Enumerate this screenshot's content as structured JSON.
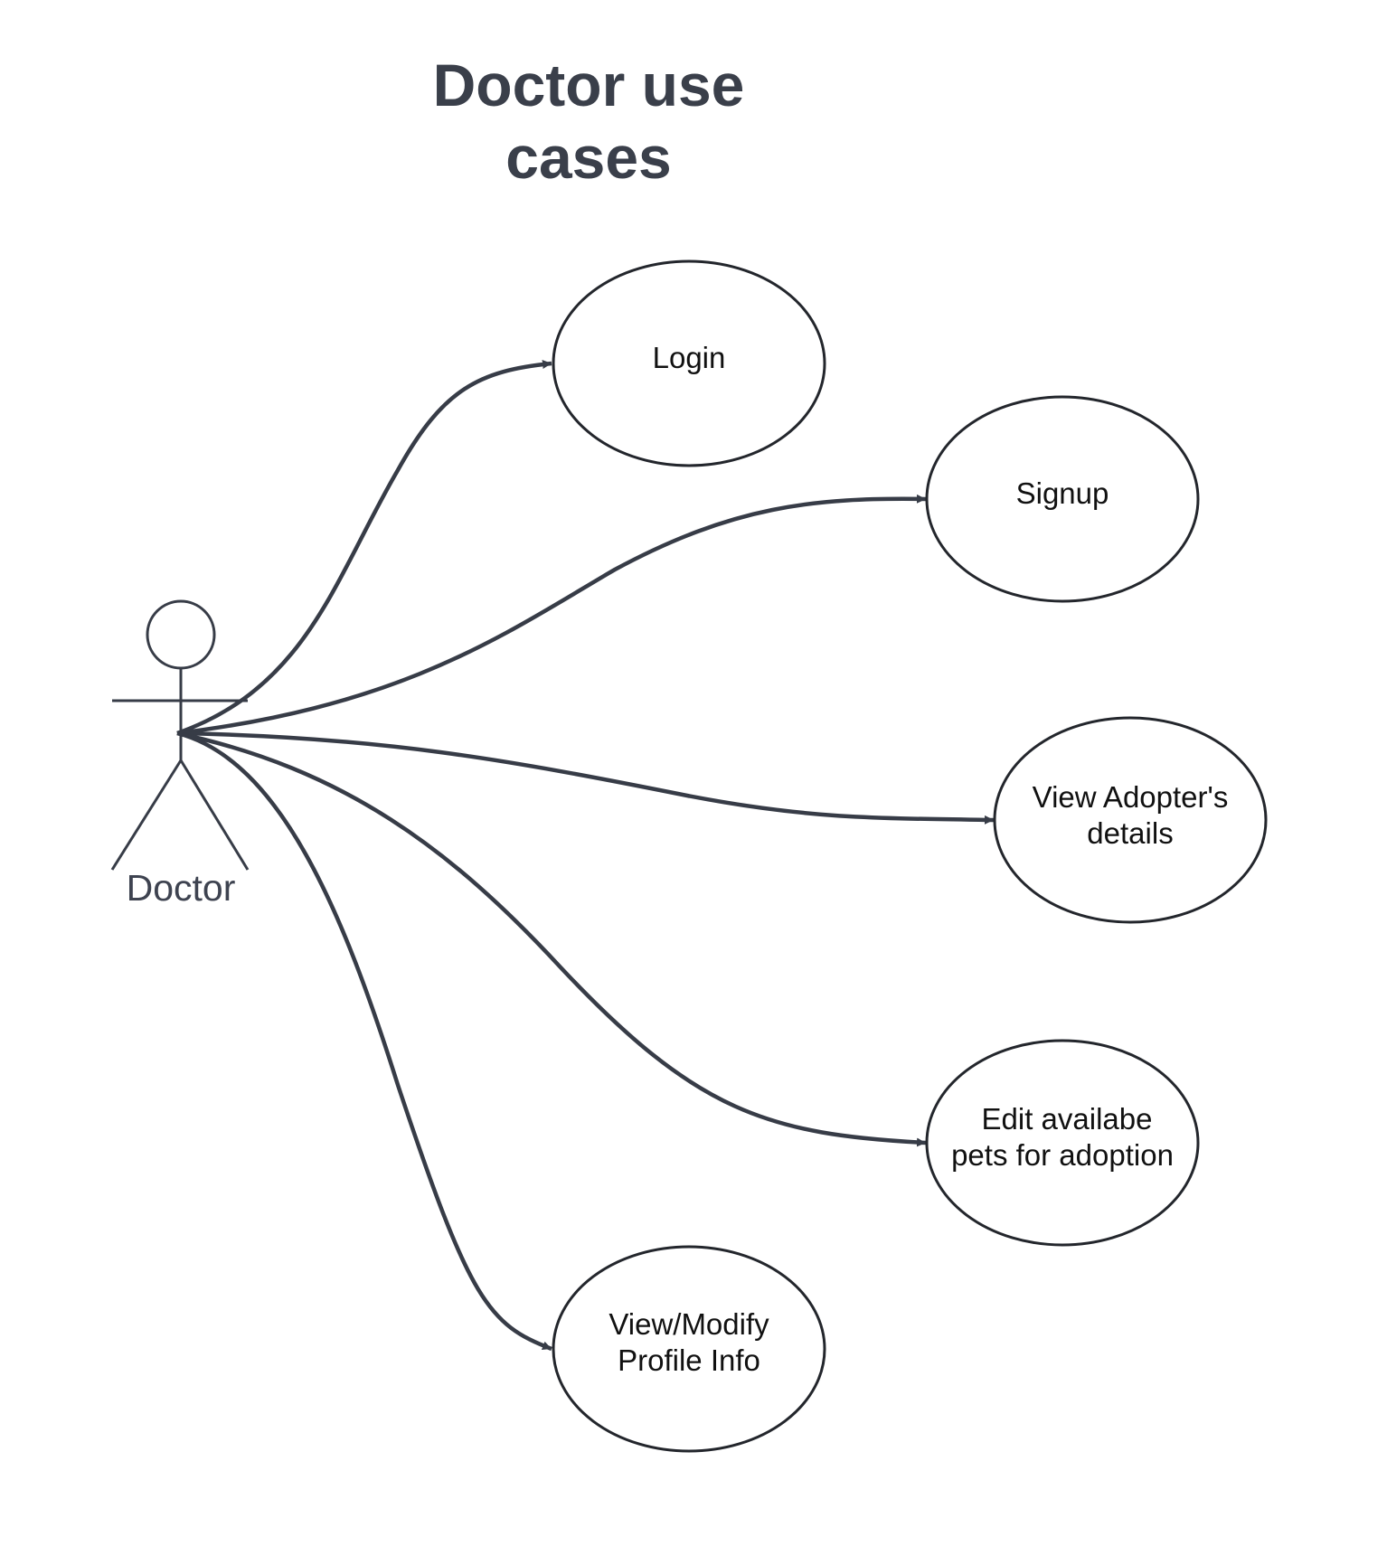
{
  "title": {
    "line1": "Doctor use",
    "line2": "cases"
  },
  "actor": {
    "label": "Doctor"
  },
  "use_cases": [
    {
      "id": "login",
      "lines": [
        "Login"
      ]
    },
    {
      "id": "signup",
      "lines": [
        "Signup"
      ]
    },
    {
      "id": "view-adopters-details",
      "lines": [
        "View Adopter's",
        "details"
      ]
    },
    {
      "id": "edit-available-pets",
      "lines": [
        "Edit availabe",
        "pets for adoption"
      ]
    },
    {
      "id": "view-modify-profile",
      "lines": [
        "View/Modify",
        "Profile Info"
      ]
    }
  ],
  "colors": {
    "line": "#373c47",
    "ellipse_stroke": "#23262c",
    "text": "#111111",
    "title": "#3a3f4a",
    "actor_label": "#3e4350"
  }
}
